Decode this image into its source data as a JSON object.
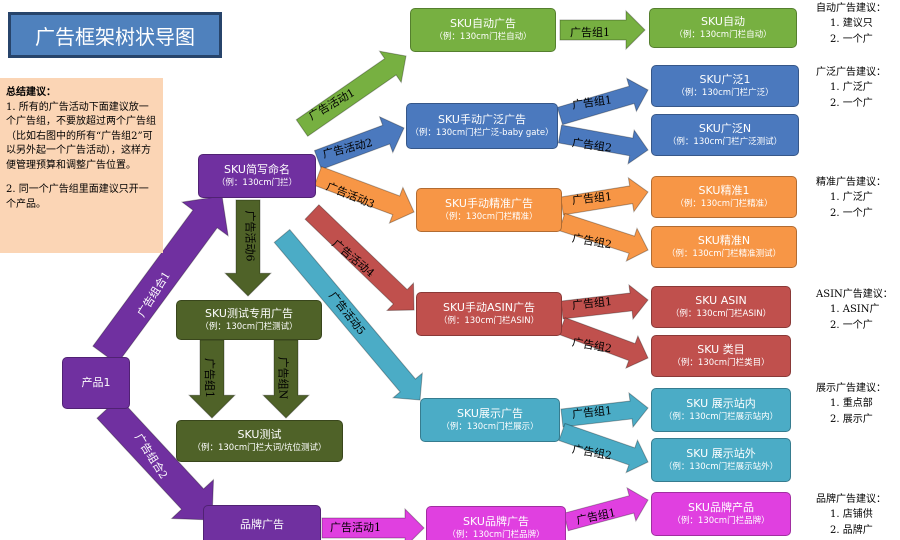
{
  "title": "广告框架树状导图",
  "summary": {
    "heading": "总结建议：",
    "p1": "1. 所有的广告活动下面建议放一个广告组，不要放超过两个广告组（比如右图中的所有“广告组2”可以另外起一个广告活动），这样方便管理预算和调整广告位置。",
    "p2": "2. 同一个广告组里面建议只开一个产品。"
  },
  "nodes": {
    "product": {
      "title": "产品1"
    },
    "sku_naming": {
      "title": "SKU简写命名",
      "sub": "（例：130cm门拦）"
    },
    "brand_ad": {
      "title": "品牌广告"
    },
    "sku_test_ad": {
      "title": "SKU测试专用广告",
      "sub": "（例：130cm门栏测试）"
    },
    "sku_test": {
      "title": "SKU测试",
      "sub": "（例：130cm门栏大词/坑位测试）"
    },
    "sku_auto_ad": {
      "title": "SKU自动广告",
      "sub": "（例：130cm门栏自动）"
    },
    "sku_broad_ad": {
      "title": "SKU手动广泛广告",
      "sub": "（例：130cm门栏广泛-baby gate）"
    },
    "sku_exact_ad": {
      "title": "SKU手动精准广告",
      "sub": "（例：130cm门栏精准）"
    },
    "sku_asin_ad": {
      "title": "SKU手动ASIN广告",
      "sub": "（例：130cm门栏ASIN）"
    },
    "sku_display_ad": {
      "title": "SKU展示广告",
      "sub": "（例：130cm门栏展示）"
    },
    "sku_brand_ad": {
      "title": "SKU品牌广告",
      "sub": "（例：130cm门栏品牌）"
    },
    "auto": {
      "title": "SKU自动",
      "sub": "（例：130cm门栏自动）"
    },
    "broad1": {
      "title": "SKU广泛1",
      "sub": "（例：130cm门栏广泛）"
    },
    "broadN": {
      "title": "SKU广泛N",
      "sub": "（例：130cm门栏广泛测试）"
    },
    "exact1": {
      "title": "SKU精准1",
      "sub": "（例：130cm门栏精准）"
    },
    "exactN": {
      "title": "SKU精准N",
      "sub": "（例：130cm门栏精准测试）"
    },
    "asin": {
      "title": "SKU ASIN",
      "sub": "（例：130cm门栏ASIN）"
    },
    "category": {
      "title": "SKU 类目",
      "sub": "（例：130cm门栏类目）"
    },
    "display_in": {
      "title": "SKU 展示站内",
      "sub": "（例：130cm门栏展示站内）"
    },
    "display_out": {
      "title": "SKU 展示站外",
      "sub": "（例：130cm门栏展示站外）"
    },
    "brand_product": {
      "title": "SKU品牌产品",
      "sub": "（例：130cm门栏品牌）"
    }
  },
  "arrow_labels": {
    "combo1": "广告组合1",
    "combo2": "广告组合2",
    "act1": "广告活动1",
    "act2": "广告活动2",
    "act3": "广告活动3",
    "act4": "广告活动4",
    "act5": "广告活动5",
    "act6": "广告活动6",
    "brand_act1": "广告活动1",
    "test_g1": "广告组1",
    "test_gN": "广告组N",
    "auto_g1": "广告组1",
    "broad_g1": "广告组1",
    "broad_g2": "广告组2",
    "exact_g1": "广告组1",
    "exact_g2": "广告组2",
    "asin_g1": "广告组1",
    "asin_g2": "广告组2",
    "display_g1": "广告组1",
    "display_g2": "广告组2",
    "brand_g1": "广告组1"
  },
  "notes": {
    "auto": {
      "title": "自动广告建议：",
      "items": [
        "1. 建议只",
        "2. 一个广"
      ]
    },
    "broad": {
      "title": "广泛广告建议：",
      "items": [
        "1. 广泛广",
        "2. 一个广"
      ]
    },
    "exact": {
      "title": "精准广告建议：",
      "items": [
        "1. 广泛广",
        "2. 一个广"
      ]
    },
    "asin": {
      "title": "ASIN广告建议：",
      "items": [
        "1. ASIN广",
        "2. 一个广"
      ]
    },
    "display": {
      "title": "展示广告建议：",
      "items": [
        "1. 重点部",
        "2. 展示广"
      ]
    },
    "brand": {
      "title": "品牌广告建议：",
      "items": [
        "1. 店铺供",
        "2. 品牌广"
      ]
    }
  },
  "colors": {
    "purple": "#7030a0",
    "green": "#77b041",
    "blue": "#4b79be",
    "orange": "#f79646",
    "red": "#c0504d",
    "teal": "#4bacc6",
    "olive": "#4f6228",
    "magenta": "#e040e0",
    "title_bg": "#4f81bd",
    "summary_bg": "#fbd5b5"
  }
}
